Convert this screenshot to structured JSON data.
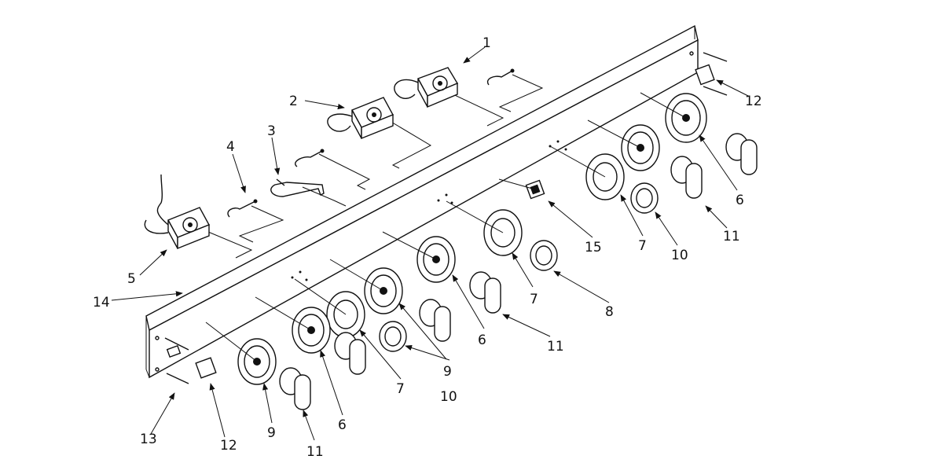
{
  "diagram": {
    "callouts": [
      {
        "id": "c1",
        "text": "1"
      },
      {
        "id": "c2",
        "text": "2"
      },
      {
        "id": "c3",
        "text": "3"
      },
      {
        "id": "c4",
        "text": "4"
      },
      {
        "id": "c5",
        "text": "5"
      },
      {
        "id": "c14",
        "text": "14"
      },
      {
        "id": "c12a",
        "text": "12"
      },
      {
        "id": "c6a",
        "text": "6"
      },
      {
        "id": "c11a",
        "text": "11"
      },
      {
        "id": "c10a",
        "text": "10"
      },
      {
        "id": "c7a",
        "text": "7"
      },
      {
        "id": "c15",
        "text": "15"
      },
      {
        "id": "c8",
        "text": "8"
      },
      {
        "id": "c7b",
        "text": "7"
      },
      {
        "id": "c11b",
        "text": "11"
      },
      {
        "id": "c6b",
        "text": "6"
      },
      {
        "id": "c9a",
        "text": "9"
      },
      {
        "id": "c10b",
        "text": "10"
      },
      {
        "id": "c7c",
        "text": "7"
      },
      {
        "id": "c9b",
        "text": "9"
      },
      {
        "id": "c6c",
        "text": "6"
      },
      {
        "id": "c11c",
        "text": "11"
      },
      {
        "id": "c12b",
        "text": "12"
      },
      {
        "id": "c13",
        "text": "13"
      }
    ]
  }
}
